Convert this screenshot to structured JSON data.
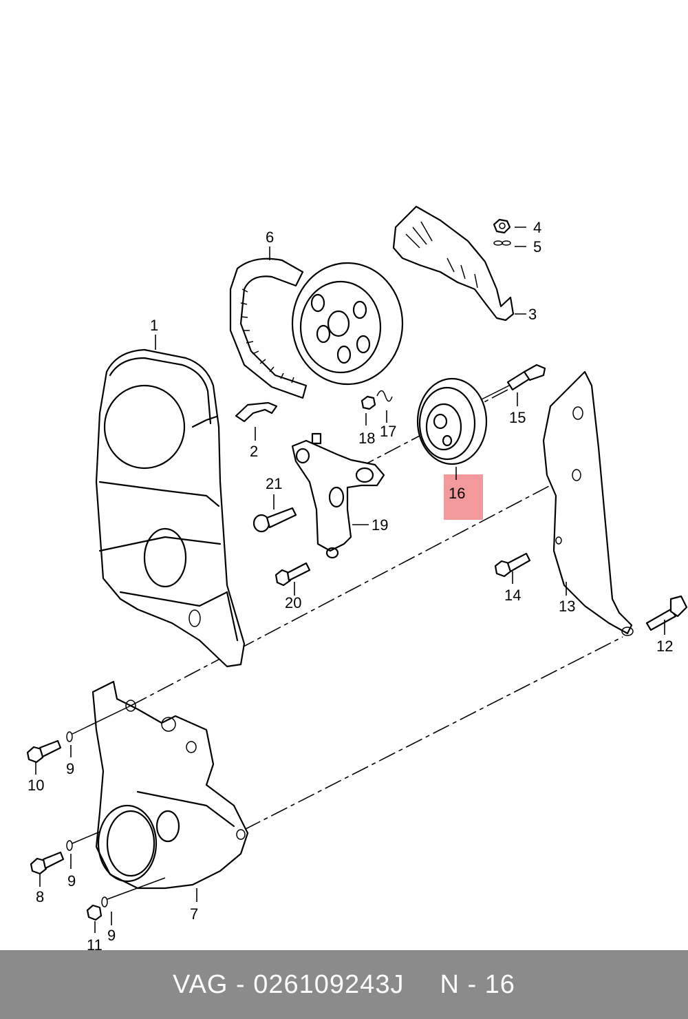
{
  "callouts": {
    "c1": "1",
    "c2": "2",
    "c3": "3",
    "c4": "4",
    "c5": "5",
    "c6": "6",
    "c7": "7",
    "c8": "8",
    "c9a": "9",
    "c9b": "9",
    "c9c": "9",
    "c10": "10",
    "c11": "11",
    "c12": "12",
    "c13": "13",
    "c14": "14",
    "c15": "15",
    "c16": "16",
    "c17": "17",
    "c18": "18",
    "c19": "19",
    "c20": "20",
    "c21": "21"
  },
  "highlight": {
    "label": "16",
    "color": "#f29a9b"
  },
  "footer": {
    "part_number": "VAG - 026109243J",
    "diagram_ref": "N - 16",
    "background": "#8b8b8b"
  }
}
